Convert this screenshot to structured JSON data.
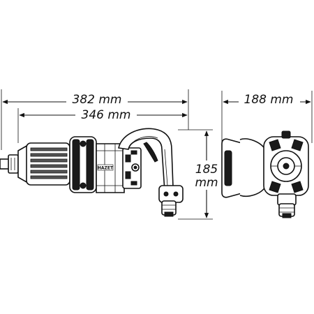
{
  "dimensions": {
    "overall_length": "382 mm",
    "body_length": "346 mm",
    "height": "185",
    "height_unit": "mm",
    "width": "188 mm"
  },
  "brand": "HAZET"
}
